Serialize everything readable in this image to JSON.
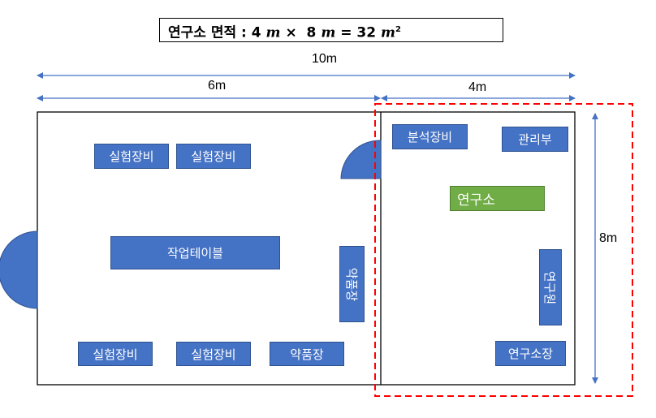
{
  "title": {
    "label": "연구소 면적 :",
    "width_value": "4",
    "unit": "m",
    "times": "×",
    "length_value": "8",
    "equals": "=",
    "area_value": "32",
    "power": "2"
  },
  "dimensions": {
    "total_width": "10m",
    "left_width": "6m",
    "right_width": "4m",
    "height": "8m"
  },
  "rooms": {
    "equip_1": "실험장비",
    "equip_2": "실험장비",
    "work_table": "작업테이블",
    "medicine_cabinet_vertical": "약품장",
    "equip_3": "실험장비",
    "equip_4": "실험장비",
    "medicine_cabinet": "약품장",
    "analysis_equip": "분석장비",
    "management": "관리부",
    "lab_label": "연구소",
    "researcher": "연구원",
    "lab_director": "연구소장"
  },
  "colors": {
    "equipment_fill": "#4472c4",
    "lab_label_fill": "#70ad47",
    "highlight_dash": "#ff0000",
    "dimension_arrow": "#4472c4"
  }
}
